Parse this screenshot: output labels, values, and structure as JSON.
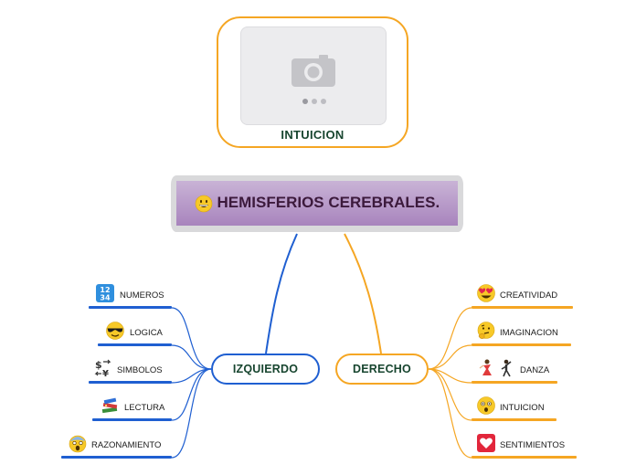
{
  "map": {
    "floating_topic": {
      "title": "INTUICION",
      "image": "image-placeholder-icon",
      "border_color": "#f5a623"
    },
    "central_topic": {
      "emoji": "grinning-face-icon",
      "title": "HEMISFERIOS CEREBRALES.",
      "fill_color": "#b89ccc"
    },
    "branches": {
      "left": {
        "label": "IZQUIERDO",
        "color": "#1f5fd1",
        "items": [
          {
            "label": "NUMEROS",
            "icon": "input-numbers-icon"
          },
          {
            "label": "LOGICA",
            "icon": "sunglasses-face-icon"
          },
          {
            "label": "SIMBOLOS",
            "icon": "currency-exchange-icon"
          },
          {
            "label": "LECTURA",
            "icon": "books-icon"
          },
          {
            "label": "RAZONAMIENTO",
            "icon": "screaming-face-icon"
          }
        ]
      },
      "right": {
        "label": "DERECHO",
        "color": "#f5a623",
        "items": [
          {
            "label": "CREATIVIDAD",
            "icon": "heart-eyes-face-icon"
          },
          {
            "label": "IMAGINACION",
            "icon": "thinking-face-icon"
          },
          {
            "label": "DANZA",
            "icon": "dancers-icon"
          },
          {
            "label": "INTUICION",
            "icon": "astonished-face-icon"
          },
          {
            "label": "SENTIMIENTOS",
            "icon": "heart-icon"
          }
        ]
      }
    }
  }
}
